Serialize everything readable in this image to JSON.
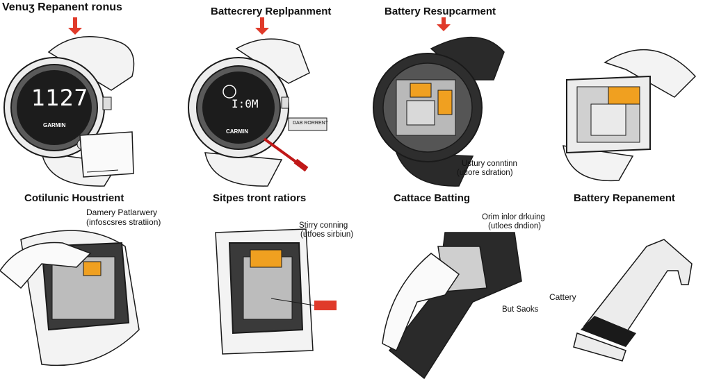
{
  "colors": {
    "arrow": "#e03a2a",
    "orange": "#f0a020",
    "dark": "#2a2a2a",
    "light": "#f3f3f3",
    "outline": "#1a1a1a"
  },
  "panels": [
    {
      "title": "Venuʒ Repanent ronus",
      "watch_time": "1127",
      "watch_brand": "GARMIN"
    },
    {
      "title": "Battecrery Replpanment",
      "watch_time": "I:0M",
      "watch_brand": "CARMIN",
      "tag": "DAB RORRENT"
    },
    {
      "title": "Battery Resupcarment",
      "caption": [
        "Ustury conntinn",
        "(utiore sdration)"
      ]
    },
    {
      "title": "",
      "caption": []
    },
    {
      "title": "Cotilunic Houstrient",
      "caption": [
        "Damery Patlarwery",
        "(infoscsres stratiion)"
      ]
    },
    {
      "title": "Sitpes tront ratiors",
      "caption": [
        "Stirry conning",
        "(utfoes sirbiun)"
      ]
    },
    {
      "title": "Cattace Batting",
      "caption": [
        "Orim inlor drkuing",
        "(utloes dndion)"
      ],
      "note": "But Saoks"
    },
    {
      "title": "Battery Repanement",
      "note": "Cattery"
    }
  ]
}
